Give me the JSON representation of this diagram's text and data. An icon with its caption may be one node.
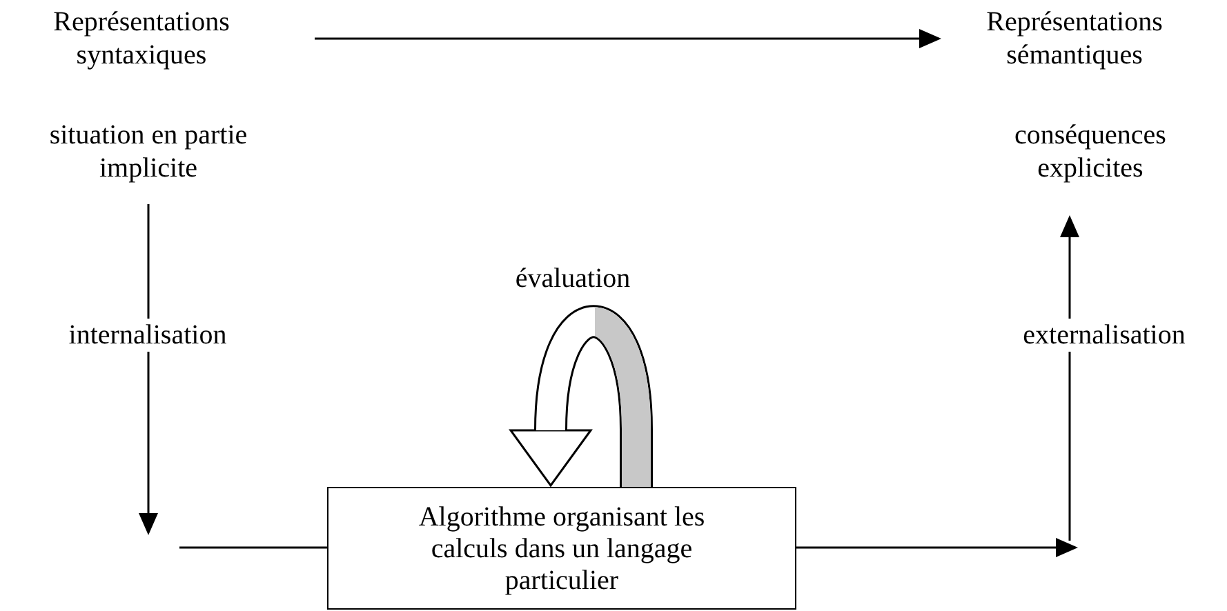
{
  "diagram": {
    "nodes": [
      {
        "text": [
          "Représentations syntaxiques"
        ]
      },
      {
        "text": [
          "Représentations sémantiques"
        ]
      },
      {
        "text": [
          "situation en partie implicite"
        ]
      },
      {
        "text": [
          "conséquences explicites"
        ]
      },
      {
        "text": [
          "Algorithme organisant les calculs dans un langage particulier"
        ]
      }
    ],
    "edges": [
      {
        "from": 0,
        "to": 1,
        "arrow": "to"
      },
      {
        "from": 2,
        "to": null,
        "arrow": "to",
        "label": "internalisation"
      },
      {
        "from": null,
        "to": 4,
        "arrow": "none"
      },
      {
        "from": 4,
        "to": null,
        "arrow": "to"
      },
      {
        "from": null,
        "to": 3,
        "arrow": "to",
        "label": "externalisation"
      },
      {
        "from": 4,
        "to": 4,
        "arrow": "to",
        "label": "évaluation",
        "style": "thick"
      }
    ]
  }
}
